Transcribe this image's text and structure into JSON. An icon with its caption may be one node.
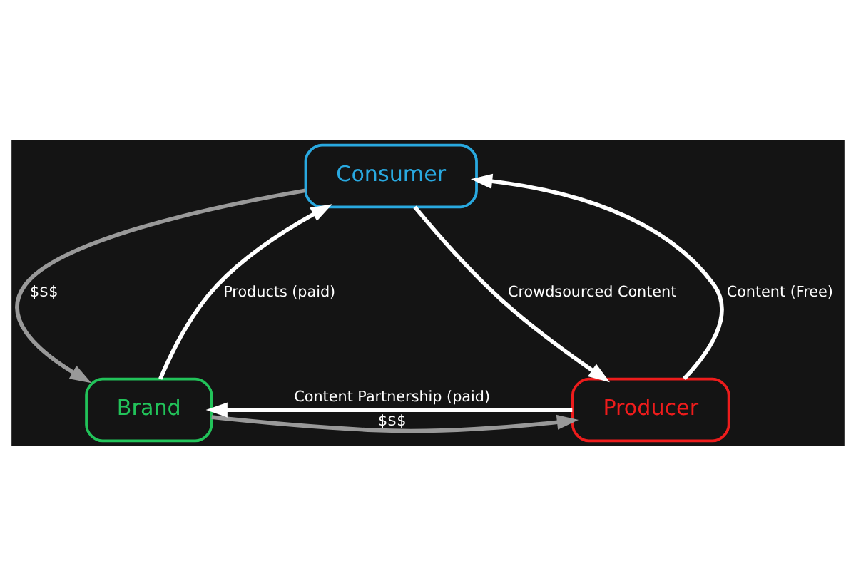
{
  "diagram": {
    "nodes": [
      {
        "text": [
          "Consumer"
        ]
      },
      {
        "text": [
          "Brand"
        ]
      },
      {
        "text": [
          "Producer"
        ]
      }
    ],
    "edges": [
      {
        "from": 0,
        "to": 1,
        "arrow": "to",
        "label": "$$$",
        "color": "#999999"
      },
      {
        "from": 1,
        "to": 0,
        "arrow": "to",
        "label": "Products (paid)"
      },
      {
        "from": 0,
        "to": 2,
        "arrow": "to",
        "label": "Crowdsourced Content"
      },
      {
        "from": 2,
        "to": 0,
        "arrow": "to",
        "label": "Content (Free)"
      },
      {
        "from": 2,
        "to": 1,
        "arrow": "to",
        "label": "Content Partnership (paid)"
      },
      {
        "from": 1,
        "to": 2,
        "arrow": "to",
        "label": "$$$",
        "color": "#999999"
      }
    ]
  }
}
